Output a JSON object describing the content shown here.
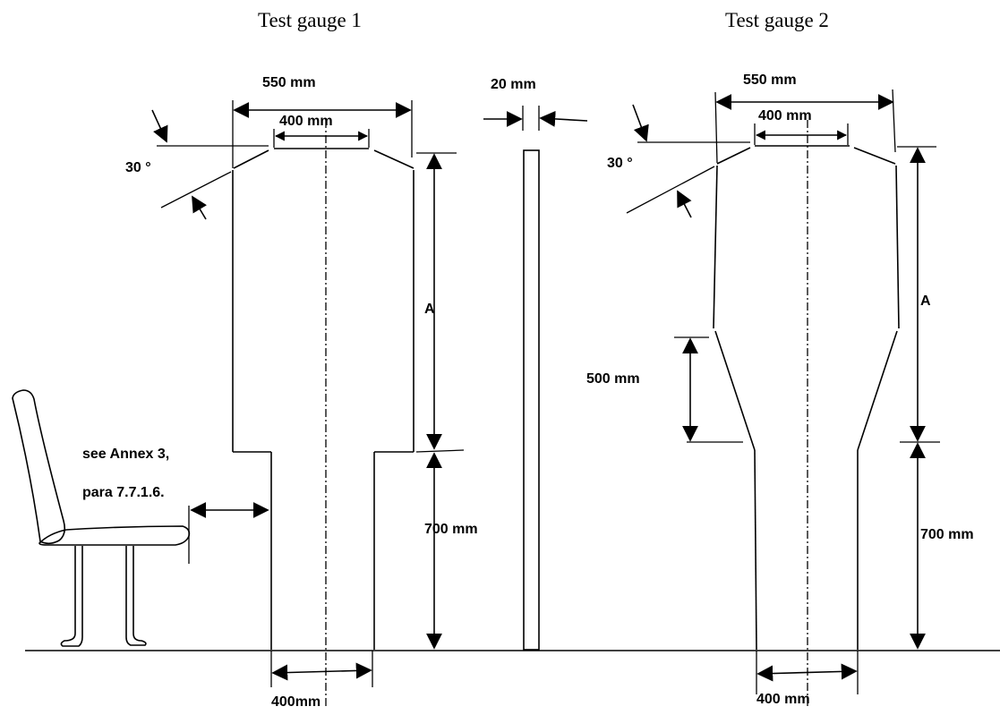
{
  "titles": {
    "gauge1": "Test gauge 1",
    "gauge2": "Test gauge 2"
  },
  "gauge1": {
    "top_width": "550 mm",
    "inner_width": "400 mm",
    "angle": "30 °",
    "upper_height": "A",
    "lower_height": "700 mm",
    "bottom_width": "400mm",
    "note_line1": "see Annex 3,",
    "note_line2": "para 7.7.1.6."
  },
  "plate": {
    "thickness": "20 mm"
  },
  "gauge2": {
    "top_width": "550 mm",
    "inner_width": "400 mm",
    "angle": "30 °",
    "upper_height": "A",
    "taper_height": "500 mm",
    "lower_height": "700 mm",
    "bottom_width": "400 mm"
  }
}
